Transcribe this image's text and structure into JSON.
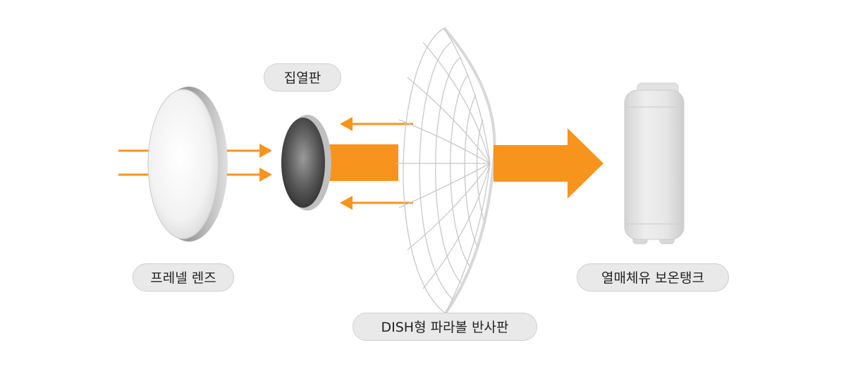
{
  "labels": {
    "collector": "집열판",
    "fresnel": "프레넬 렌즈",
    "dish": "DISH형 파라볼 반사판",
    "tank": "열매체유 보온탱크"
  },
  "colors": {
    "arrow": "#f7941d",
    "lens_rim": "#b4b4b4",
    "collector_dark": "#3a3a3a",
    "dish_lines": "#c8c8c8",
    "tank": "#e6e6e6",
    "pill_bg": "#e9e9e9"
  },
  "icons": [
    "fresnel-lens-icon",
    "heat-collector-icon",
    "parabolic-dish-icon",
    "storage-tank-icon"
  ]
}
